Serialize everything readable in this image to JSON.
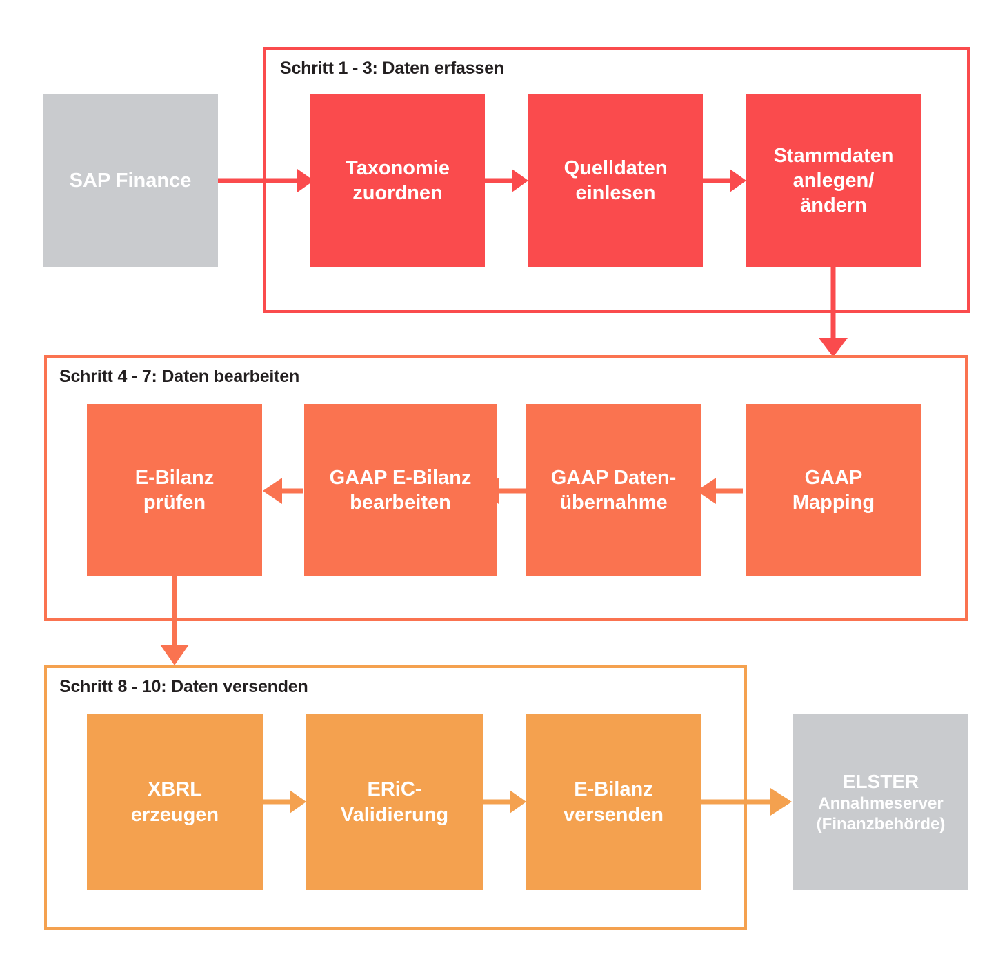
{
  "diagram": {
    "title_visible": false,
    "colors": {
      "red": "#fa4b4d",
      "orange_mid": "#fa7350",
      "orange_low": "#f4a14f",
      "grey": "#c9cbce",
      "text_dark": "#231f20",
      "background": "#ffffff"
    }
  },
  "groups": [
    {
      "id": "group-1",
      "title": "Schritt 1 - 3: Daten erfassen",
      "border_color": "#fa4b4d"
    },
    {
      "id": "group-2",
      "title": "Schritt 4 - 7: Daten bearbeiten",
      "border_color": "#fa7350"
    },
    {
      "id": "group-3",
      "title": "Schritt 8 - 10: Daten versenden",
      "border_color": "#f4a14f"
    }
  ],
  "nodes": {
    "sap_finance": {
      "lines": [
        "SAP Finance"
      ]
    },
    "taxonomie_zuordnen": {
      "lines": [
        "Taxonomie",
        "zuordnen"
      ]
    },
    "quelldaten_einlesen": {
      "lines": [
        "Quelldaten",
        "einlesen"
      ]
    },
    "stammdaten_anlegen": {
      "lines": [
        "Stammdaten",
        "anlegen/",
        "ändern"
      ]
    },
    "ebilanz_pruefen": {
      "lines": [
        "E-Bilanz",
        "prüfen"
      ]
    },
    "gaap_ebilanz_bearbeiten": {
      "lines": [
        "GAAP E-Bilanz",
        "bearbeiten"
      ]
    },
    "gaap_datenuebernahme": {
      "lines": [
        "GAAP Daten-",
        "übernahme"
      ]
    },
    "gaap_mapping": {
      "lines": [
        "GAAP",
        "Mapping"
      ]
    },
    "xbrl_erzeugen": {
      "lines": [
        "XBRL",
        "erzeugen"
      ]
    },
    "eric_validierung": {
      "lines": [
        "ERiC-",
        "Validierung"
      ]
    },
    "ebilanz_versenden": {
      "lines": [
        "E-Bilanz",
        "versenden"
      ]
    },
    "elster": {
      "lines": [
        "ELSTER",
        "Annahmeserver",
        "(Finanzbehörde)"
      ]
    }
  },
  "flow": {
    "edges": [
      {
        "from": "sap_finance",
        "to": "taxonomie_zuordnen",
        "direction": "right",
        "color": "#fa4b4d"
      },
      {
        "from": "taxonomie_zuordnen",
        "to": "quelldaten_einlesen",
        "direction": "right",
        "color": "#fa4b4d"
      },
      {
        "from": "quelldaten_einlesen",
        "to": "stammdaten_anlegen",
        "direction": "right",
        "color": "#fa4b4d"
      },
      {
        "from": "stammdaten_anlegen",
        "to": "group-2",
        "direction": "down",
        "color": "#fa4b4d"
      },
      {
        "from": "gaap_mapping",
        "to": "gaap_datenuebernahme",
        "direction": "left",
        "color": "#fa7350"
      },
      {
        "from": "gaap_datenuebernahme",
        "to": "gaap_ebilanz_bearbeiten",
        "direction": "left",
        "color": "#fa7350"
      },
      {
        "from": "gaap_ebilanz_bearbeiten",
        "to": "ebilanz_pruefen",
        "direction": "left",
        "color": "#fa7350"
      },
      {
        "from": "ebilanz_pruefen",
        "to": "group-3",
        "direction": "down",
        "color": "#fa7350"
      },
      {
        "from": "xbrl_erzeugen",
        "to": "eric_validierung",
        "direction": "right",
        "color": "#f4a14f"
      },
      {
        "from": "eric_validierung",
        "to": "ebilanz_versenden",
        "direction": "right",
        "color": "#f4a14f"
      },
      {
        "from": "ebilanz_versenden",
        "to": "elster",
        "direction": "right",
        "color": "#f4a14f"
      }
    ]
  }
}
